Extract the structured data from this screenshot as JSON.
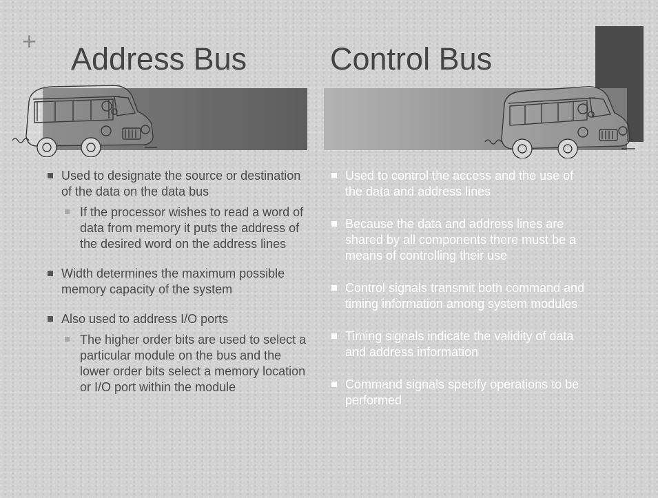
{
  "slide": {
    "plus_symbol": "+",
    "left": {
      "title": "Address Bus",
      "bullets": [
        {
          "text": "Used to designate the source or destination of the data on the data bus",
          "sub": [
            "If the processor wishes to read a word of data from memory it puts the address of the desired word on the address lines"
          ]
        },
        {
          "text": "Width determines the maximum possible memory capacity of the system",
          "sub": []
        },
        {
          "text": "Also used to address I/O ports",
          "sub": [
            "The higher order bits are used to select a particular module on the bus and the lower order bits select a memory location or I/O port within the module"
          ]
        }
      ]
    },
    "right": {
      "title": "Control Bus",
      "bullets": [
        "Used to control the access and the use of the data and address lines",
        "Because the data and address lines are shared by all components there must be a means of controlling their use",
        "Control signals transmit both command and timing information among system modules",
        "Timing signals indicate the validity of data and address information",
        "Command signals specify operations to be performed"
      ]
    },
    "icons": {
      "left_illustration": "bus-icon",
      "right_illustration": "bus-icon"
    },
    "colors": {
      "title": "#444444",
      "body_left": "#4a4a4a",
      "body_right": "#ffffff",
      "dark_accent": "#4a4a4a"
    }
  }
}
